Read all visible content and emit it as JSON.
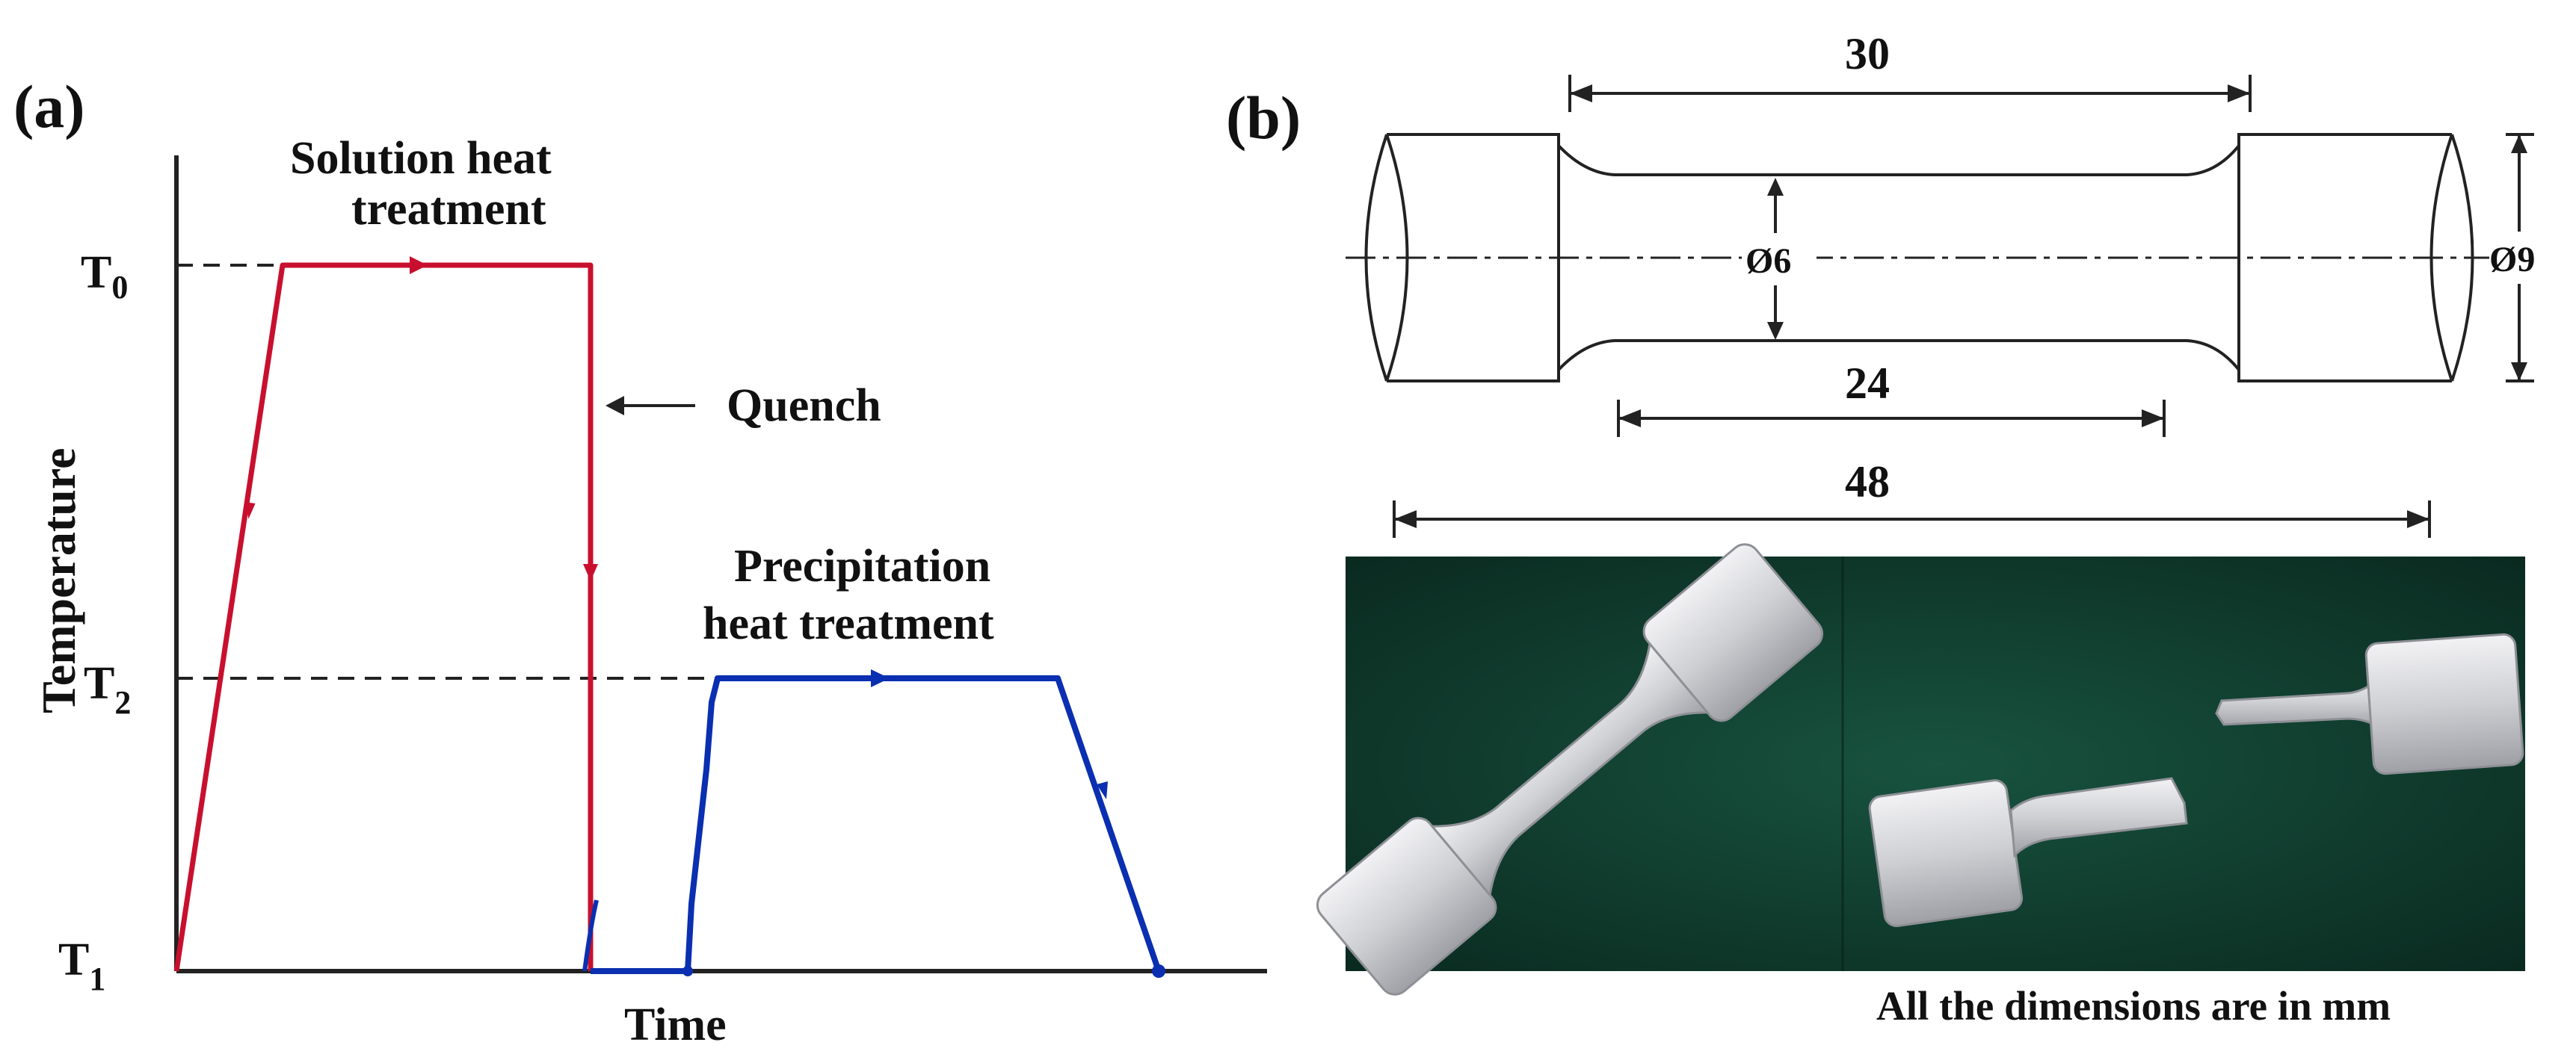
{
  "panel_a": {
    "label": "(a)",
    "y_axis_label": "Temperature",
    "x_axis_label": "Time",
    "ticks": {
      "t0": "T",
      "t0_sub": "0",
      "t2": "T",
      "t2_sub": "2",
      "t1": "T",
      "t1_sub": "1"
    },
    "solution_label_line1": "Solution heat",
    "solution_label_line2": "treatment",
    "quench_label": "Quench",
    "precip_label_line1": "Precipitation",
    "precip_label_line2": "heat treatment",
    "colors": {
      "solution": "#c8102e",
      "precipitation": "#0a2fb0",
      "axis": "#222222"
    }
  },
  "panel_b": {
    "label": "(b)",
    "dim_gauge": "30",
    "dim_reduced": "24",
    "dim_total": "48",
    "dim_small_dia": "Ø6",
    "dim_large_dia": "Ø9",
    "note": "All the dimensions are in mm",
    "photo_colors": {
      "background": "#0f3a2e",
      "metal": "#d9d9dc"
    }
  }
}
